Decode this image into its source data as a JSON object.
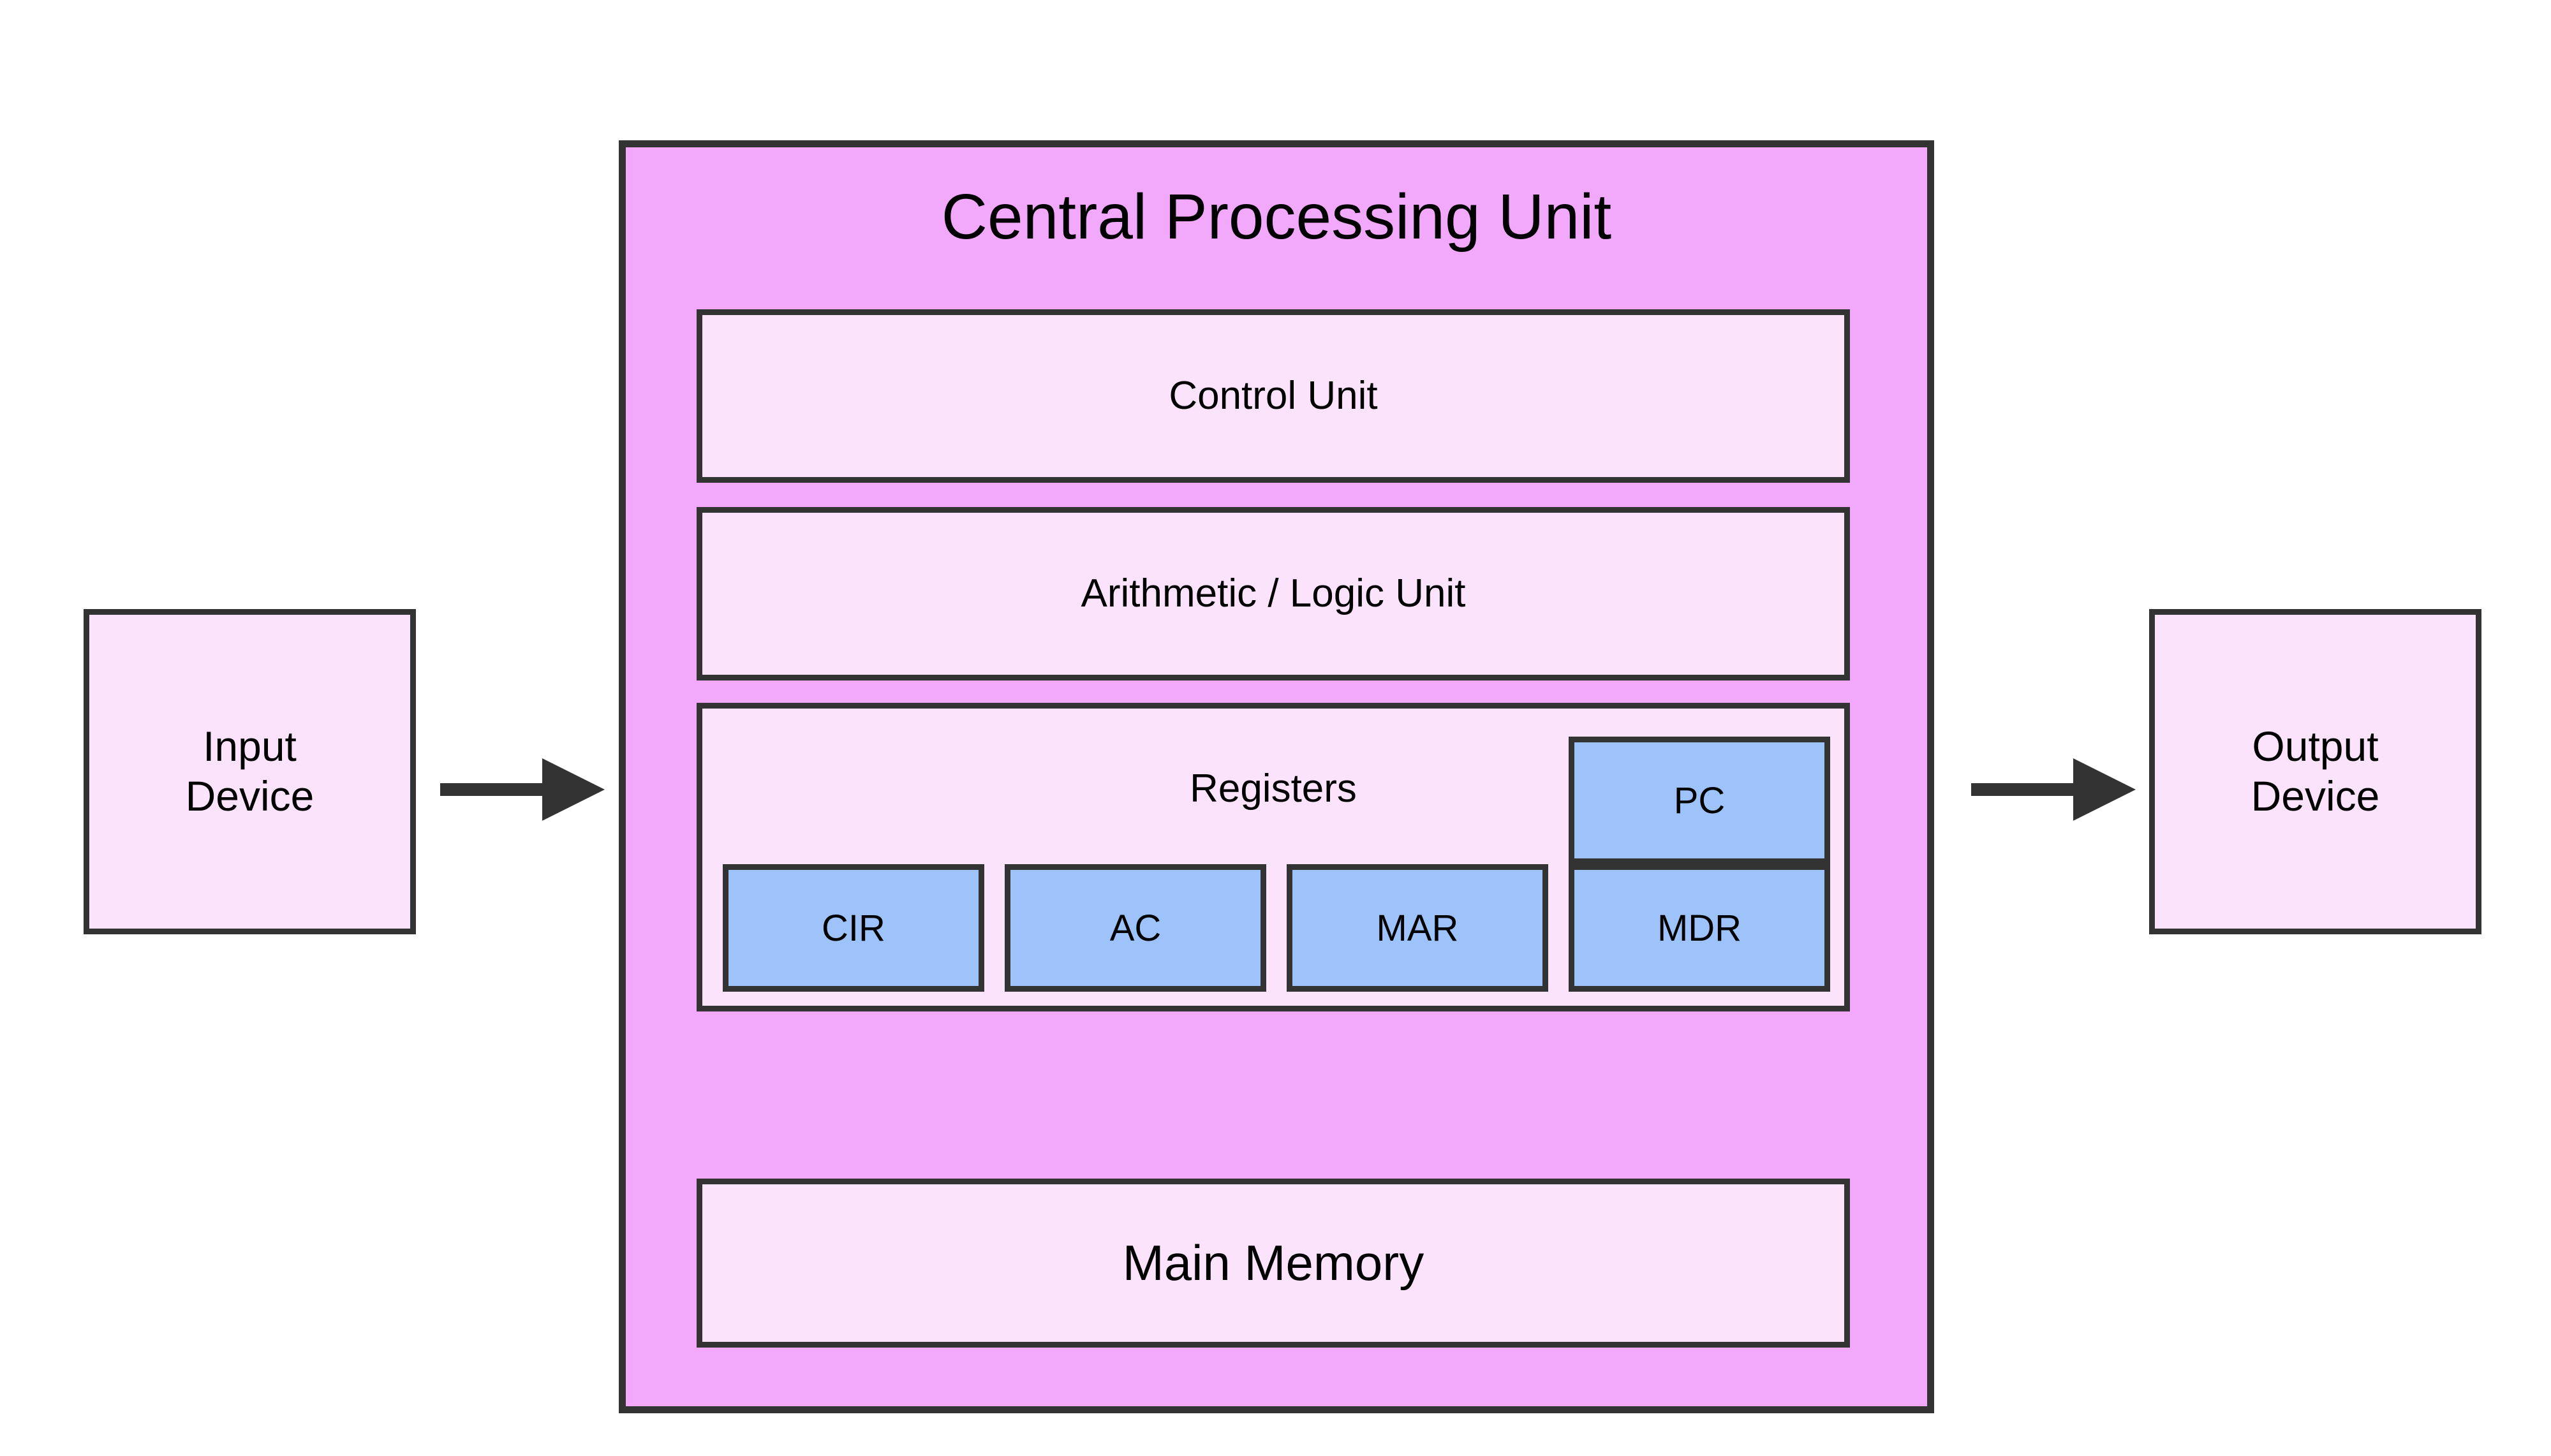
{
  "diagram": {
    "title": "Central Processing Unit",
    "background_color": "#ffffff",
    "stroke_color": "#333333",
    "cpu_fill": "#F2A9FB",
    "unit_fill": "#FAE3FB",
    "register_fill": "#9EC3FA"
  },
  "peripherals": {
    "input": {
      "label": "Input\nDevice"
    },
    "output": {
      "label": "Output\nDevice"
    }
  },
  "cpu": {
    "title": "Central Processing Unit",
    "units": [
      {
        "id": "control-unit",
        "label": "Control Unit"
      },
      {
        "id": "alu",
        "label": "Arithmetic / Logic Unit"
      }
    ],
    "registers": {
      "label": "Registers",
      "items": [
        {
          "id": "pc",
          "label": "PC"
        },
        {
          "id": "cir",
          "label": "CIR"
        },
        {
          "id": "ac",
          "label": "AC"
        },
        {
          "id": "mar",
          "label": "MAR"
        },
        {
          "id": "mdr",
          "label": "MDR"
        }
      ]
    },
    "memory": {
      "label": "Main Memory"
    }
  },
  "arrows": [
    {
      "id": "input-to-cpu",
      "direction": "right"
    },
    {
      "id": "cpu-to-output",
      "direction": "right"
    }
  ]
}
